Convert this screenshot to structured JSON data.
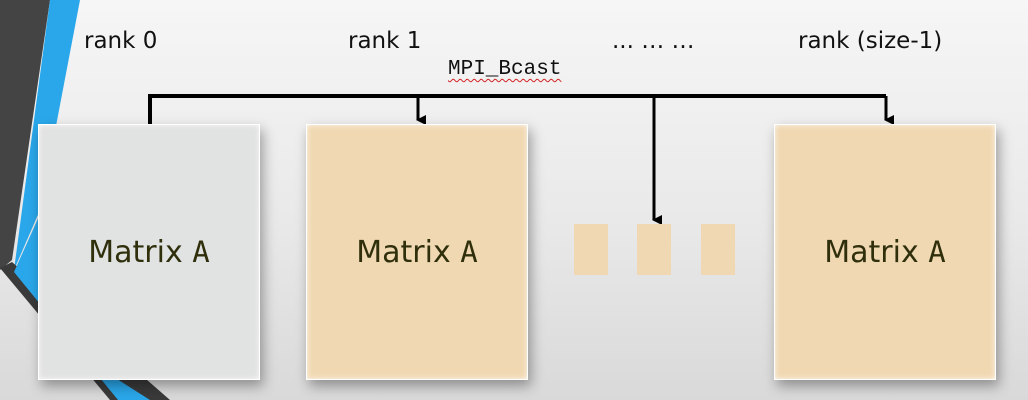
{
  "ranks": {
    "rank0": "rank 0",
    "rank1": "rank 1",
    "ellipsis": "...  … …",
    "rank_last": "rank (size-1)"
  },
  "operation": "MPI_Bcast",
  "matrix": {
    "label": "Matrix",
    "variable": "A"
  },
  "colors": {
    "root_block": "#e1e2e2",
    "peer_block": "#f0d8b2",
    "accent_stripe": "#2aa7ea",
    "dark_stripe": "#3a3a3a",
    "arrow": "#000000"
  }
}
